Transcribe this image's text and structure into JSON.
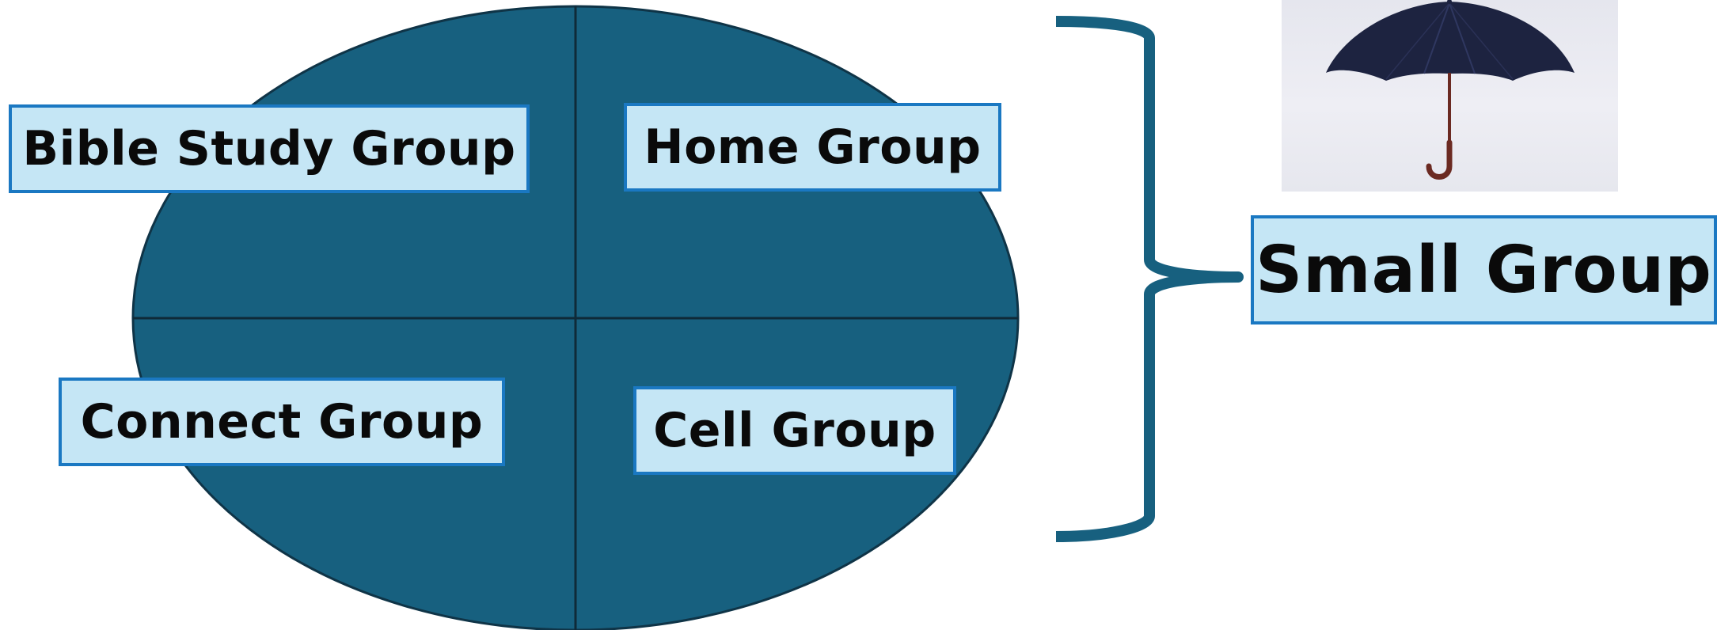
{
  "groups": {
    "top_left": "Bible Study Group",
    "top_right": "Home Group",
    "bottom_left": "Connect Group",
    "bottom_right": "Cell Group"
  },
  "umbrella_term": "Small Group",
  "colors": {
    "ellipse_fill": "#17607f",
    "ellipse_stroke": "#0f3447",
    "label_fill": "#c5e6f5",
    "label_border": "#1a78c2",
    "brace": "#17607f",
    "umbrella_canopy": "#1d2340",
    "umbrella_handle": "#6b2a22"
  },
  "icons": {
    "umbrella": "umbrella-icon",
    "brace": "right-curly-brace"
  }
}
